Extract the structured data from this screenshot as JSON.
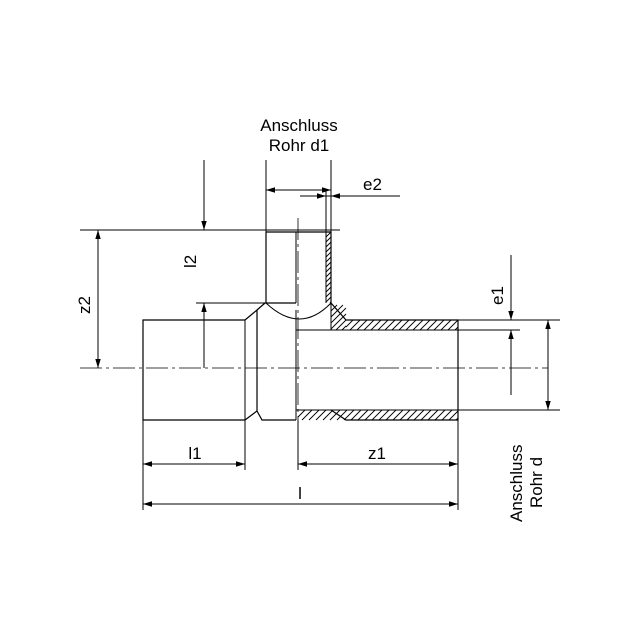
{
  "labels": {
    "anschluss_top_line1": "Anschluss",
    "anschluss_top_line2": "Rohr d1",
    "anschluss_right_line1": "Anschluss",
    "anschluss_right_line2": "Rohr d",
    "e2": "e2",
    "e1": "e1",
    "l2": "l2",
    "z2": "z2",
    "l1": "l1",
    "z1": "z1",
    "l": "l"
  }
}
